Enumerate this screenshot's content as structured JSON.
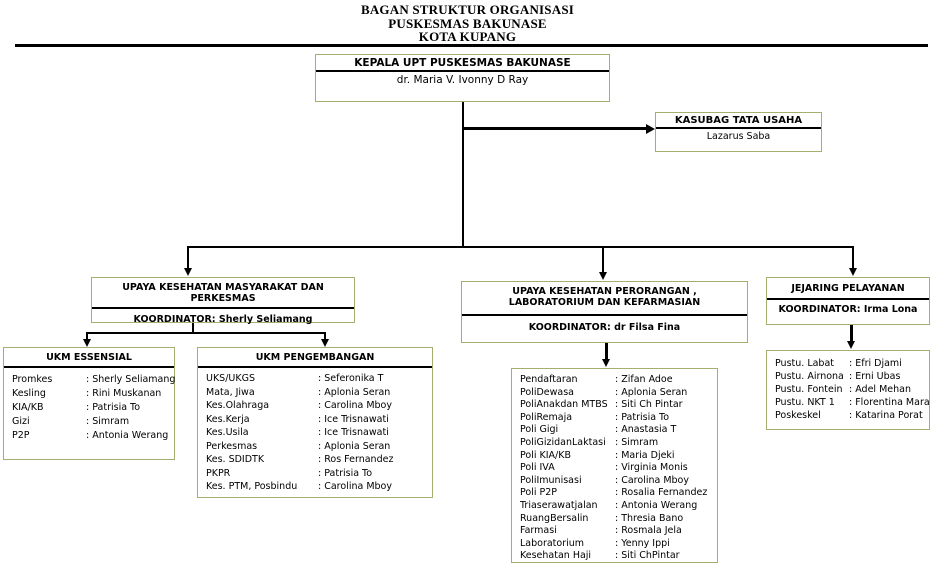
{
  "title": {
    "line1": "BAGAN STRUKTUR ORGANISASI",
    "line2": "PUSKESMAS BAKUNASE",
    "line3": "KOTA KUPANG"
  },
  "kepala": {
    "title": "KEPALA UPT PUSKESMAS BAKUNASE",
    "name": "dr. Maria V. Ivonny D Ray"
  },
  "kasubag": {
    "title": "KASUBAG TATA USAHA",
    "name": "Lazarus Saba"
  },
  "branches": {
    "ukm": {
      "title": "UPAYA KESEHATAN MASYARAKAT DAN PERKESMAS",
      "koordinator": "KOORDINATOR: Sherly Seliamang"
    },
    "ukp": {
      "title": "UPAYA KESEHATAN PERORANGAN , LABORATORIUM DAN KEFARMASIAN",
      "koordinator": "KOORDINATOR: dr Filsa Fina"
    },
    "jejaring": {
      "title": "JEJARING PELAYANAN",
      "koordinator": "KOORDINATOR: Irma Lona"
    }
  },
  "ukm_essensial": {
    "title": "UKM ESSENSIAL",
    "rows": [
      {
        "label": "Promkes",
        "value": ": Sherly Seliamang"
      },
      {
        "label": "Kesling",
        "value": ": Rini Muskanan"
      },
      {
        "label": "KIA/KB",
        "value": ": Patrisia To"
      },
      {
        "label": "Gizi",
        "value": ": Simram"
      },
      {
        "label": "P2P",
        "value": ": Antonia Werang"
      }
    ]
  },
  "ukm_pengembangan": {
    "title": "UKM PENGEMBANGAN",
    "rows": [
      {
        "label": "UKS/UKGS",
        "value": ": Seferonika T"
      },
      {
        "label": "Mata, Jiwa",
        "value": ": Aplonia Seran"
      },
      {
        "label": "Kes.Olahraga",
        "value": ": Carolina Mboy"
      },
      {
        "label": "Kes.Kerja",
        "value": ": Ice Trisnawati"
      },
      {
        "label": "Kes.Usila",
        "value": ": Ice Trisnawati"
      },
      {
        "label": "Perkesmas",
        "value": ": Aplonia Seran"
      },
      {
        "label": "Kes. SDIDTK",
        "value": ": Ros Fernandez"
      },
      {
        "label": "PKPR",
        "value": ": Patrisia To"
      },
      {
        "label": "Kes. PTM, Posbindu",
        "value": ": Carolina Mboy"
      }
    ]
  },
  "ukp_units": {
    "rows": [
      {
        "label": "Pendaftaran",
        "value": ": Zifan Adoe"
      },
      {
        "label": "PoliDewasa",
        "value": ": Aplonia Seran"
      },
      {
        "label": "PoliAnakdan MTBS",
        "value": ": Siti Ch Pintar"
      },
      {
        "label": "PoliRemaja",
        "value": ": Patrisia To"
      },
      {
        "label": "Poli Gigi",
        "value": ": Anastasia T"
      },
      {
        "label": "PoliGizidanLaktasi",
        "value": ": Simram"
      },
      {
        "label": "Poli KIA/KB",
        "value": ": Maria Djeki"
      },
      {
        "label": "Poli IVA",
        "value": ": Virginia Monis"
      },
      {
        "label": "PoliImunisasi",
        "value": ": Carolina Mboy"
      },
      {
        "label": "Poli P2P",
        "value": ": Rosalia Fernandez"
      },
      {
        "label": "Triaserawatjalan",
        "value": ": Antonia Werang"
      },
      {
        "label": "RuangBersalin",
        "value": ": Thresia Bano"
      },
      {
        "label": "Farmasi",
        "value": ": Rosmala Jela"
      },
      {
        "label": "Laboratorium",
        "value": ": Yenny Ippi"
      },
      {
        "label": "Kesehatan Haji",
        "value": ":  Siti ChPintar"
      }
    ]
  },
  "jejaring_units": {
    "rows": [
      {
        "label": "Pustu. Labat",
        "value": ": Efri Djami"
      },
      {
        "label": "Pustu. Airnona",
        "value": ": Erni Ubas"
      },
      {
        "label": "Pustu. Fontein",
        "value": ": Adel Mehan"
      },
      {
        "label": "Pustu. NKT 1",
        "value": ": Florentina Mara"
      },
      {
        "label": "Poskeskel",
        "value": ": Katarina Porat"
      }
    ]
  },
  "colors": {
    "box_border": "#a6ae6f",
    "line": "#000000",
    "text": "#000000",
    "background": "#ffffff"
  }
}
